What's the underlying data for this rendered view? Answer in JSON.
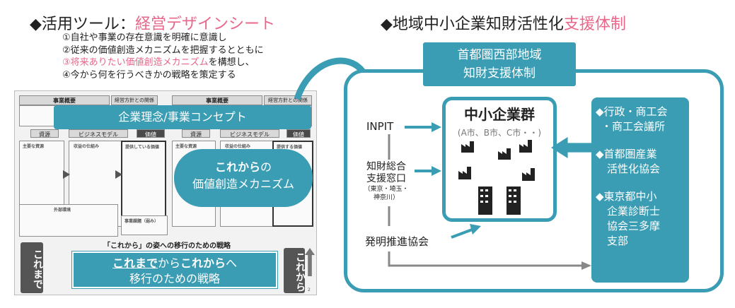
{
  "left_title": {
    "bullet": "◆",
    "prefix": "活用ツール：",
    "highlight": "経営デザインシート"
  },
  "steps": {
    "s1": "①自社や事業の存在意識を明確に意識し",
    "s2": "②従来の価値創造メカニズムを把握するとともに",
    "s3_highlight": "③将来ありたい価値創造メカニズム",
    "s3_rest": "を構想し、",
    "s4": "④今から何を行うべきかの戦略を策定する"
  },
  "sheet": {
    "overview": "事業概要",
    "policy": "経営方針との関係",
    "concept": "企業理念/事業コンセプト",
    "resources": "資源",
    "business_model": "ビジネスモデル",
    "value": "価値",
    "main_resources": "主要な資源",
    "revenue_mechanism": "収益の仕組み",
    "provided_value": "提供している価値",
    "provided_value2": "提供する価値",
    "external_env": "外部環境",
    "challenges": "事業課題（弱み）",
    "future_bubble_bold": "これから",
    "future_bubble_rest": "の",
    "future_bubble_line2": "価値創造メカニズム",
    "transition_header": "「これから」の姿への移行のための戦略",
    "strategy_bold1": "これまで",
    "strategy_mid": "から",
    "strategy_bold2": "これから",
    "strategy_end": "へ",
    "strategy_line2": "移行のための戦略",
    "side_left": "これまで",
    "side_right": "これから",
    "page_mark": "2"
  },
  "right_title": {
    "bullet": "◆",
    "prefix": "地域中小企業知財活性化",
    "highlight": "支援体制"
  },
  "system_tag": {
    "line1": "首都圏西部地域",
    "line2": "知財支援体制"
  },
  "sme": {
    "title": "中小企業群",
    "subtitle": "(A市、B市、C市・・)"
  },
  "sources": {
    "inpit": "INPIT",
    "ip_window_1": "知財総合",
    "ip_window_2": "支援窓口",
    "ip_window_3": "（東京・埼玉・",
    "ip_window_4": "神奈川）",
    "invention": "発明推進協会"
  },
  "support": {
    "a1": "◆行政・商工会",
    "a2": "・商工会議所",
    "b1": "◆首都圏産業",
    "b2": "活性化協会",
    "c1": "◆東京都中小",
    "c2": "企業診断士",
    "c3": "協会三多摩",
    "c4": "支部"
  },
  "colors": {
    "teal": "#3a9db4",
    "pink": "#e8678a",
    "gray_dark": "#555555"
  }
}
